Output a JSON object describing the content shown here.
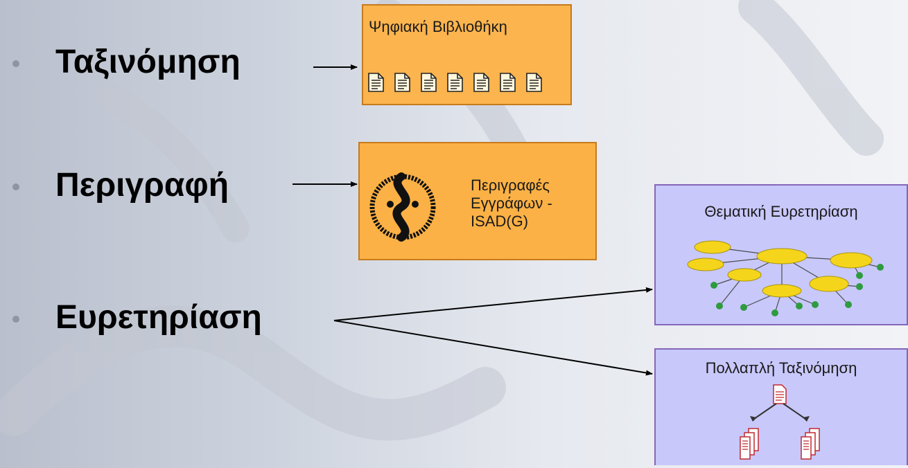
{
  "bullets": [
    {
      "label": "Ταξινόμηση"
    },
    {
      "label": "Περιγραφή"
    },
    {
      "label": "Ευρετηρίαση"
    }
  ],
  "digital_library": {
    "title": "Ψηφιακή Βιβλιοθήκη",
    "doc_count": 7,
    "icon": "document-icon"
  },
  "document_descriptions": {
    "lines": [
      "Περιγραφές",
      "Εγγράφων -",
      "ISAD(G)"
    ],
    "icon": "face-logo-icon"
  },
  "thematic_indexing": {
    "title": "Θεματική Ευρετηρίαση",
    "image": "concept-map-thumbnail"
  },
  "multiple_classification": {
    "title": "Πολλαπλή Ταξινόμηση",
    "icon": "document-tree-icon"
  },
  "colors": {
    "orange_fill": "#fbb44e",
    "orange_border": "#c77a1c",
    "purple_fill": "#c8c8fb",
    "purple_border": "#8466b8",
    "doc_red": "#c0282f"
  }
}
